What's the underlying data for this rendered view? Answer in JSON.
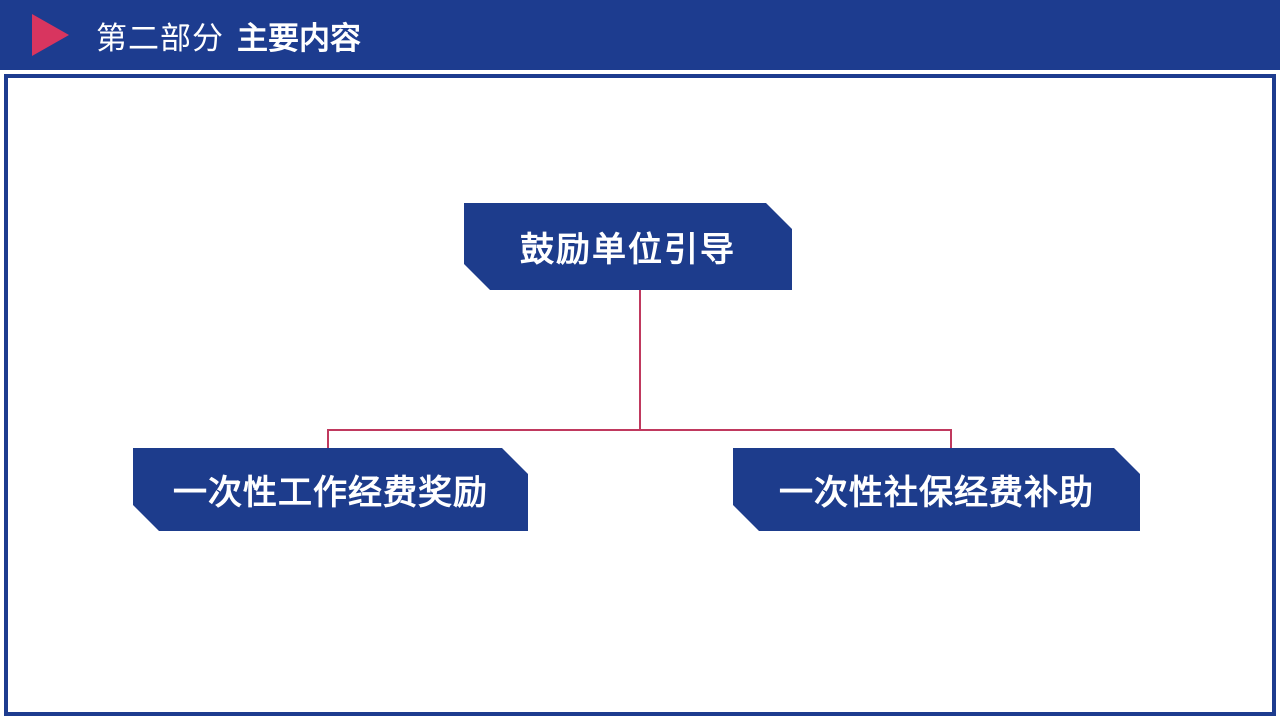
{
  "header": {
    "part_label": "第二部分",
    "part_title": "主要内容",
    "triangle_icon": "play-triangle-icon",
    "band_color": "#1d3c8f",
    "triangle_color": "#d8355f",
    "text_color": "#ffffff"
  },
  "frame": {
    "border_color": "#1d3c8f",
    "background_color": "#ffffff"
  },
  "diagram": {
    "type": "org-tree",
    "node_fill_color": "#1d3c8c",
    "node_text_color": "#ffffff",
    "connector_color": "#c0395e",
    "root": {
      "label": "鼓励单位引导"
    },
    "children": [
      {
        "label": "一次性工作经费奖励"
      },
      {
        "label": "一次性社保经费补助"
      }
    ]
  }
}
